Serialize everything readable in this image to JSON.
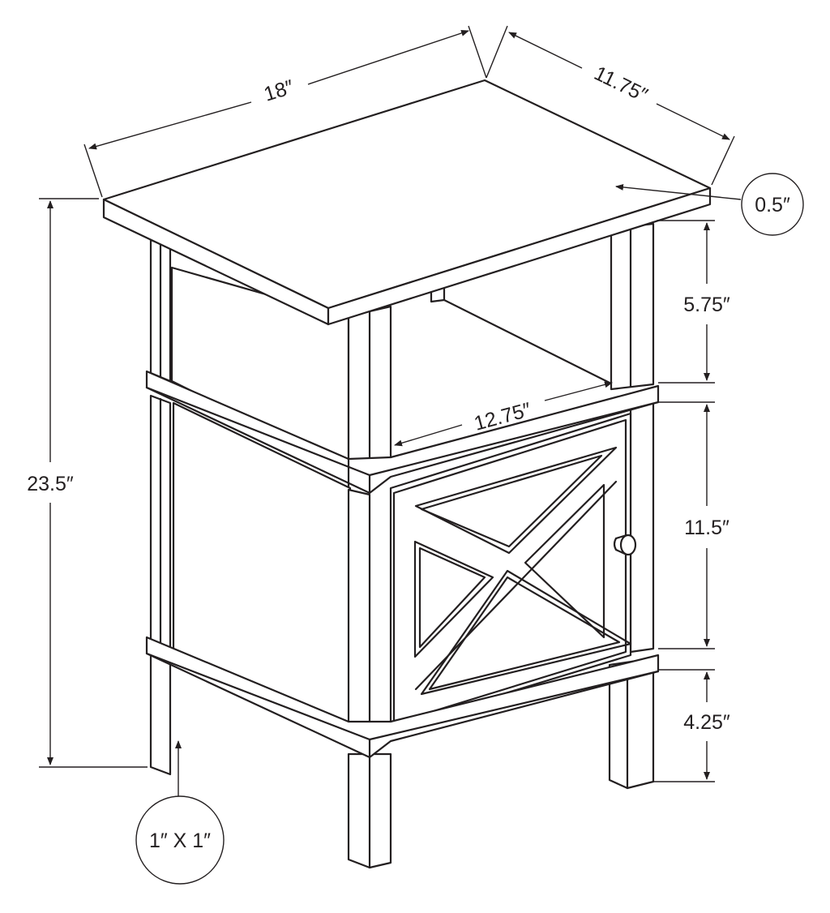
{
  "dimensions": {
    "width": "18″",
    "depth": "11.75″",
    "top_thickness": "0.5″",
    "total_height": "23.5″",
    "open_shelf_height": "5.75″",
    "shelf_depth": "12.75″",
    "cabinet_height": "11.5″",
    "leg_height": "4.25″",
    "leg_size": "1″ X 1″"
  }
}
